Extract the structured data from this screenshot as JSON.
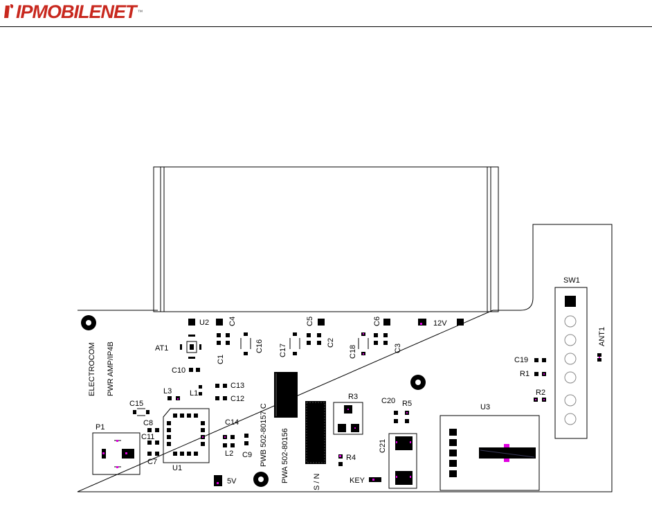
{
  "header": {
    "logo_text": "IPMOBILENET",
    "trademark": "™",
    "brand_color": "#c8281e"
  },
  "labels": {
    "u2": "U2",
    "c4": "C4",
    "c5": "C5",
    "c6": "C6",
    "v12": "12V",
    "c16": "C16",
    "c2": "C2",
    "c17": "C17",
    "c18": "C18",
    "c3": "C3",
    "at1": "AT1",
    "c1": "C1",
    "c10": "C10",
    "c13": "C13",
    "c12": "C12",
    "l1": "L1",
    "l3": "L3",
    "c15": "C15",
    "c8": "C8",
    "c11": "C11",
    "c7": "C7",
    "c14": "C14",
    "l2": "L2",
    "c9": "C9",
    "u1": "U1",
    "p1": "P1",
    "v5": "5V",
    "pwb": "PWB  502-80157  C",
    "pwa": "PWA  502-80156",
    "sn": "S / N",
    "r3": "R3",
    "r4": "R4",
    "c20": "C20",
    "r5": "R5",
    "c21": "C21",
    "key": "KEY",
    "u3": "U3",
    "sw1": "SW1",
    "ant1": "ANT1",
    "c19": "C19",
    "r1": "R1",
    "r2": "R2",
    "electrocom": "ELECTROCOM",
    "pwr_amp": "PWR AMP/IP4B"
  }
}
